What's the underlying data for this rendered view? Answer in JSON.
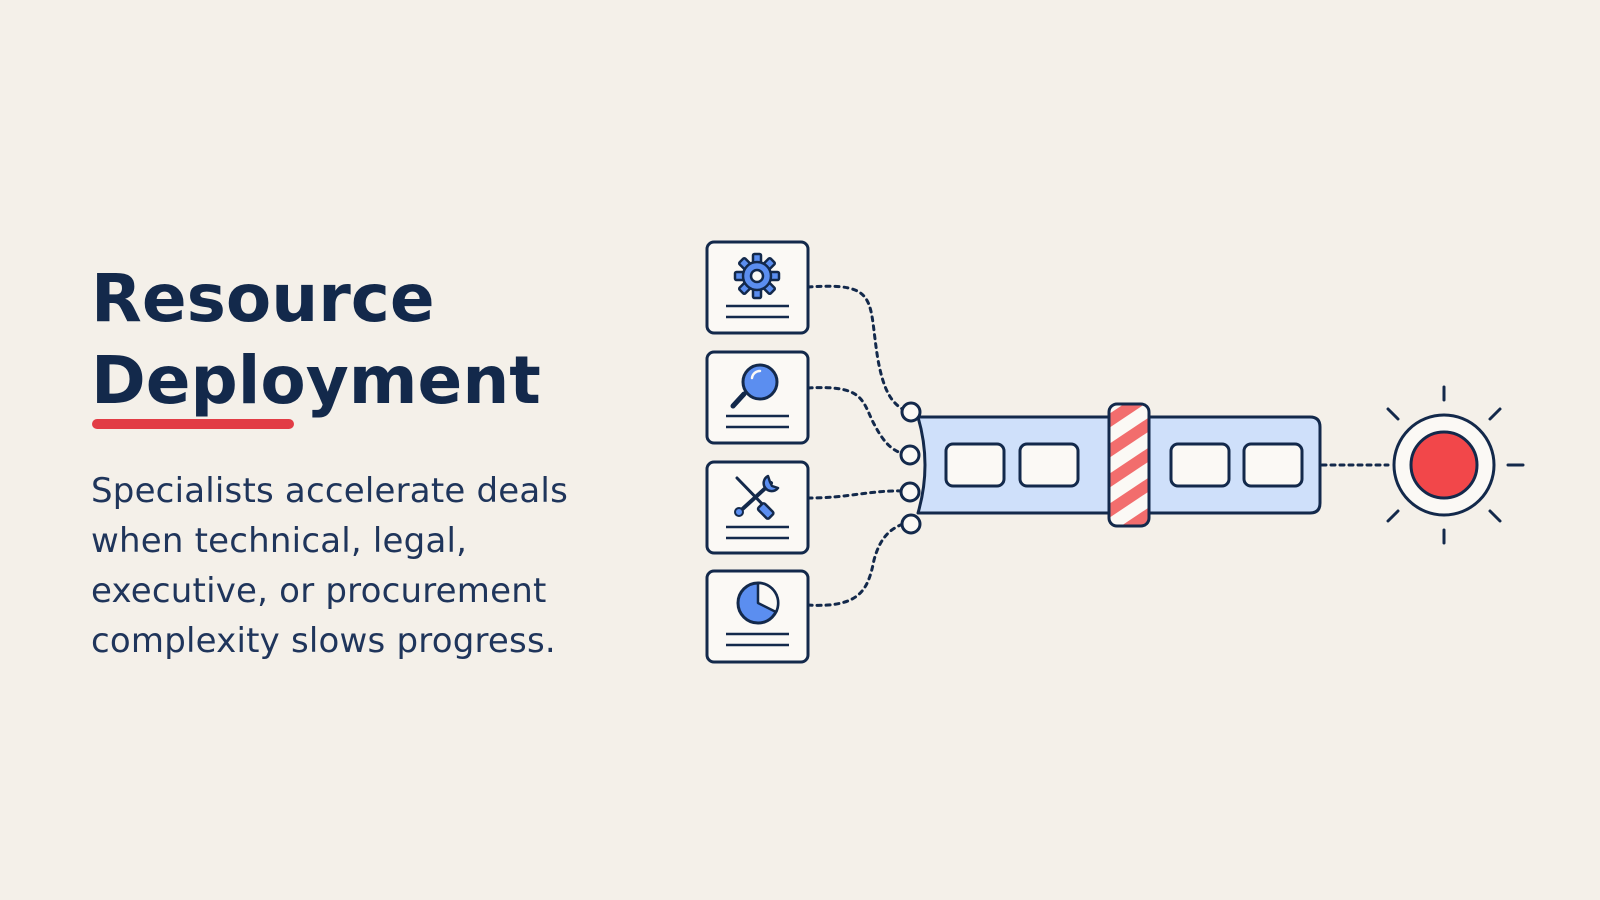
{
  "slide": {
    "title_line1": "Resource",
    "title_line2": "Deployment",
    "subtitle": "Specialists accelerate deals when technical, legal, executive, or procurement complexity slows progress."
  },
  "colors": {
    "background": "#f4f0e9",
    "navy": "#13294b",
    "accent_red": "#e23c45",
    "light_blue": "#cfe0fa",
    "icon_blue": "#5b8ef0",
    "coral": "#f26d6d"
  },
  "diagram": {
    "specialist_cards": [
      {
        "icon": "gear-icon"
      },
      {
        "icon": "magnifier-icon"
      },
      {
        "icon": "tools-icon"
      },
      {
        "icon": "pie-chart-icon"
      }
    ],
    "pipeline_slots": 4,
    "blocker": "striped-barrier",
    "target": "red-signal-light"
  }
}
